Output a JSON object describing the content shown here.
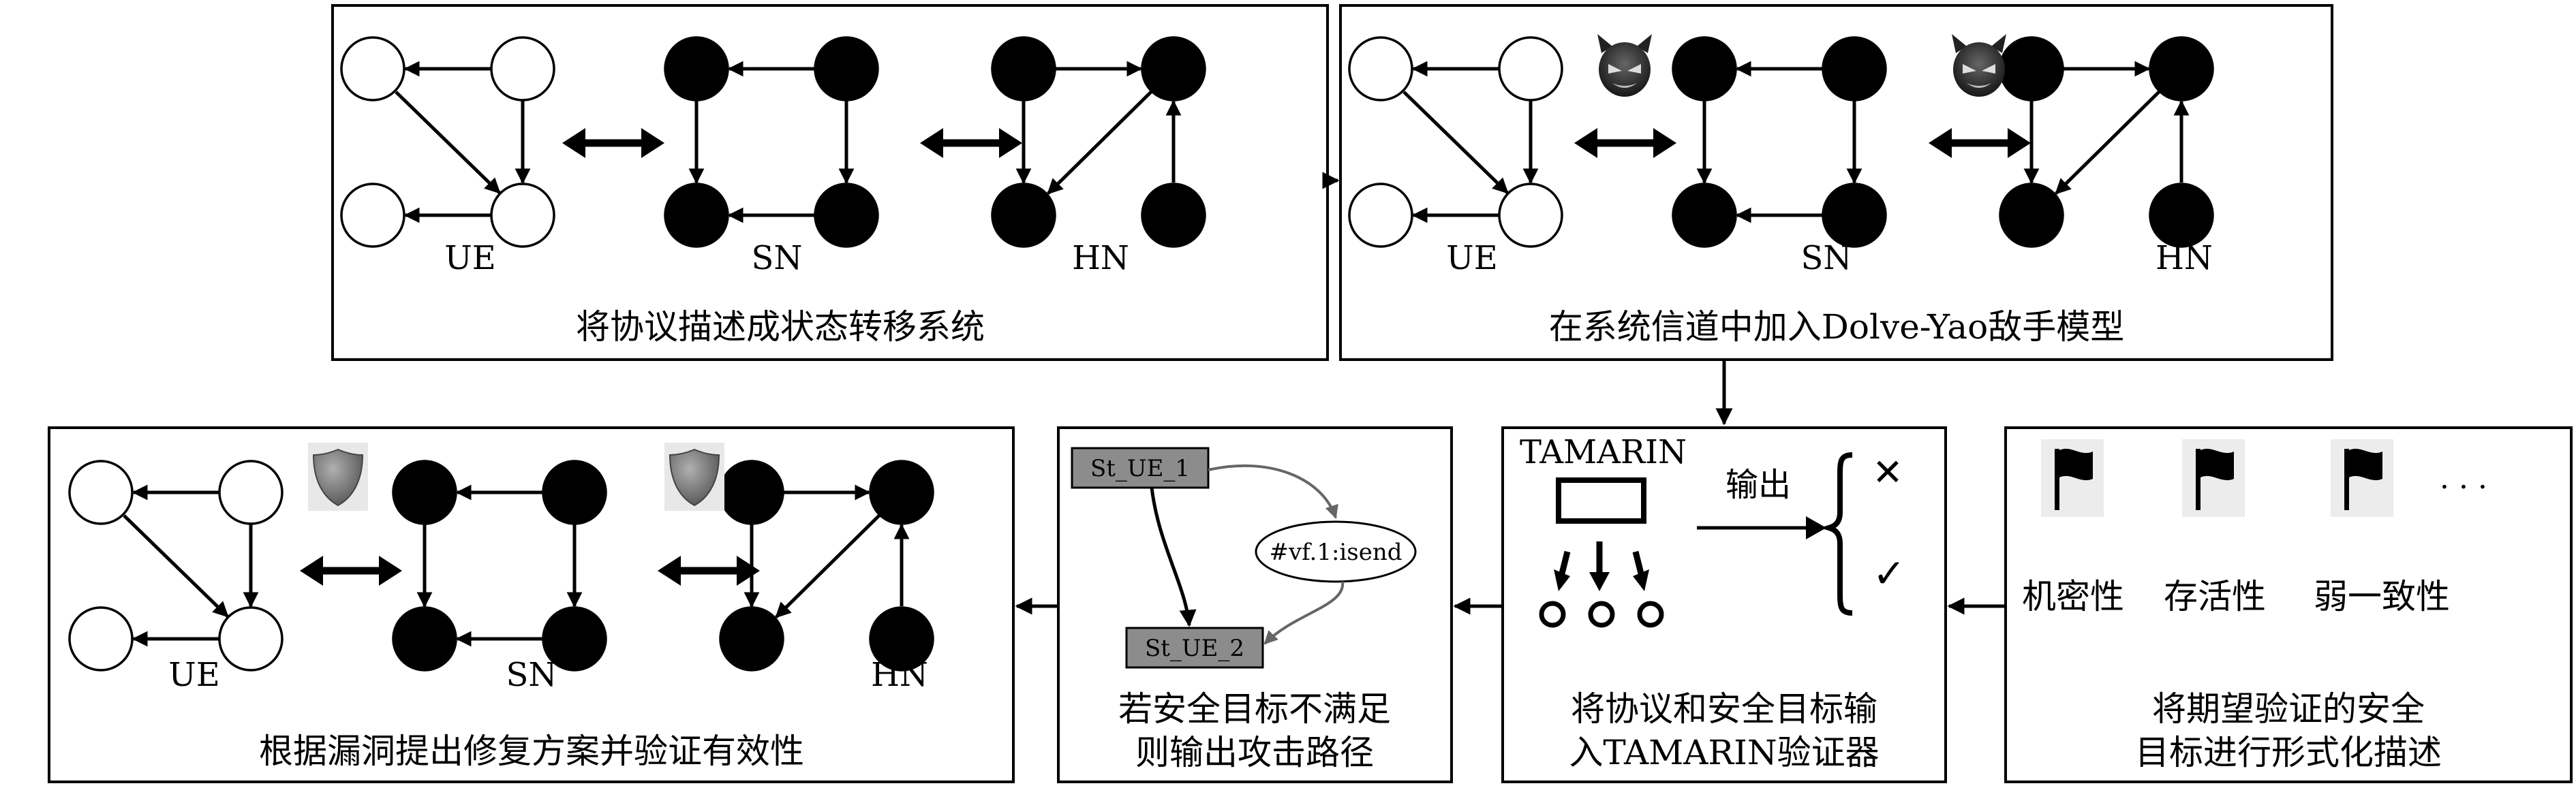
{
  "panels": {
    "p1": {
      "caption": "将协议描述成状态转移系统",
      "node_labels": [
        "UE",
        "SN",
        "HN"
      ]
    },
    "p2": {
      "caption": "在系统信道中加入Dolve-Yao敌手模型",
      "node_labels": [
        "UE",
        "SN",
        "HN"
      ],
      "icon": "adversary-devil-icon"
    },
    "p3": {
      "caption_line1": "将期望验证的安全",
      "caption_line2": "目标进行形式化描述",
      "properties": [
        "机密性",
        "存活性",
        "弱一致性"
      ],
      "ellipsis": "· · ·",
      "icon": "flag-icon"
    },
    "p4": {
      "title": "TAMARIN",
      "output_label": "输出",
      "caption_line1": "将协议和安全目标输",
      "caption_line2": "入TAMARIN验证器",
      "result_fail": "✕",
      "result_pass": "✓"
    },
    "p5": {
      "state1": "St_UE_1",
      "state2": "St_UE_2",
      "event": "#vf.1:isend",
      "caption_line1": "若安全目标不满足",
      "caption_line2": "则输出攻击路径"
    },
    "p6": {
      "caption": "根据漏洞提出修复方案并验证有效性",
      "node_labels": [
        "UE",
        "SN",
        "HN"
      ],
      "icon": "shield-icon"
    }
  },
  "colors": {
    "line": "#000000",
    "state_box": "#8c8c8c",
    "flag_bg": "#ececec",
    "shield": "#6e6e6e"
  }
}
